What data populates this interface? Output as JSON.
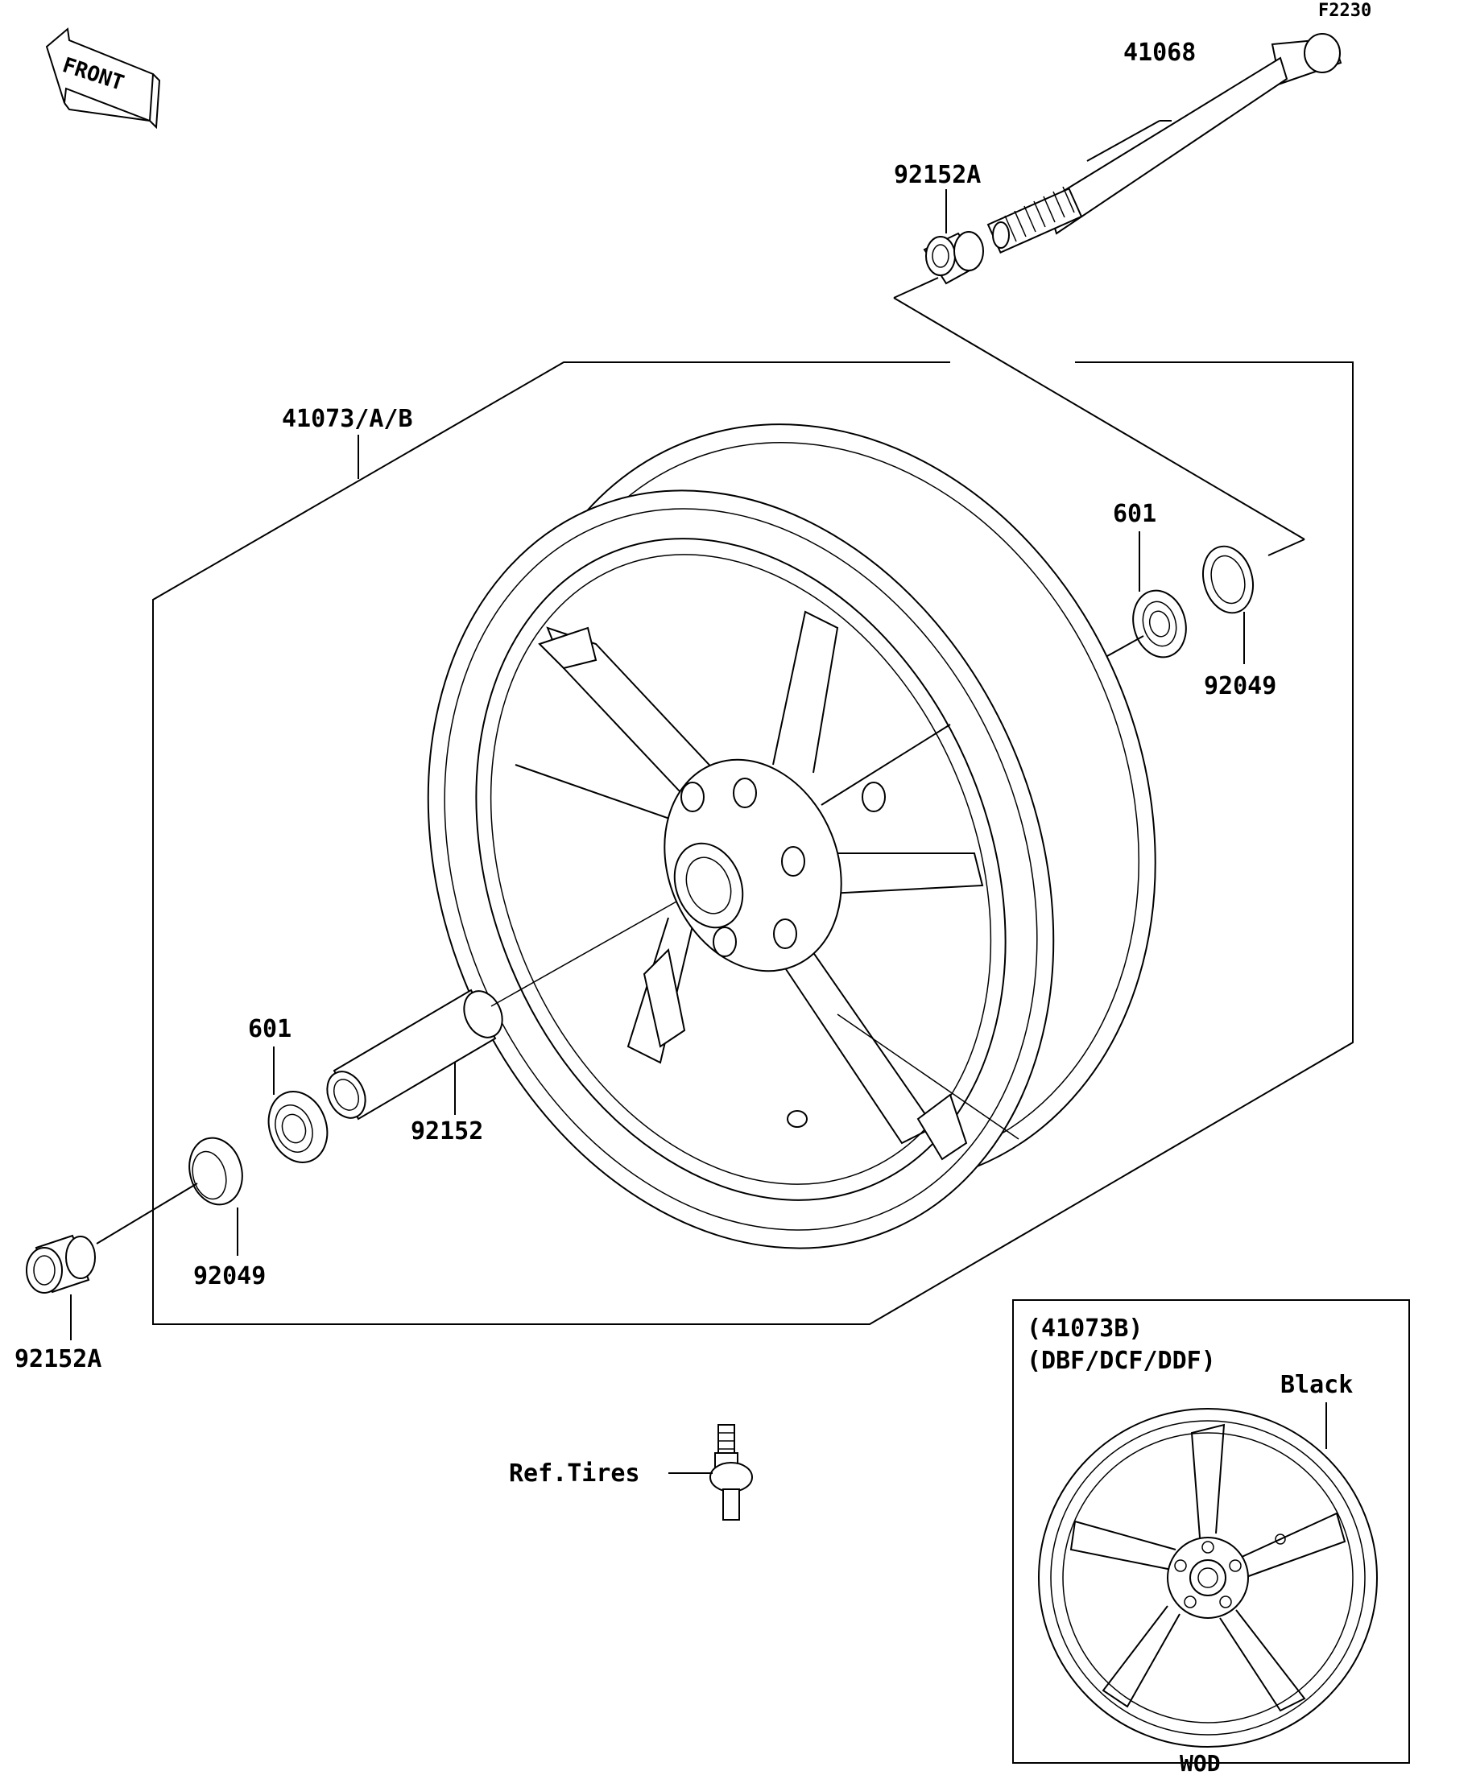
{
  "diagram_code": "F2230",
  "front_arrow_text": "FRONT",
  "parts": {
    "axle": "41068",
    "collar_top": "92152A",
    "wheel": "41073/A/B",
    "bearing_right": "601",
    "seal_right": "92049",
    "bearing_left": "601",
    "collar_middle": "92152",
    "seal_left": "92049",
    "collar_bottom": "92152A",
    "valve_ref": "Ref.Tires"
  },
  "inset": {
    "title_line1": "(41073B)",
    "title_line2": "(DBF/DCF/DDF)",
    "color_label": "Black",
    "footer": "WOD"
  }
}
